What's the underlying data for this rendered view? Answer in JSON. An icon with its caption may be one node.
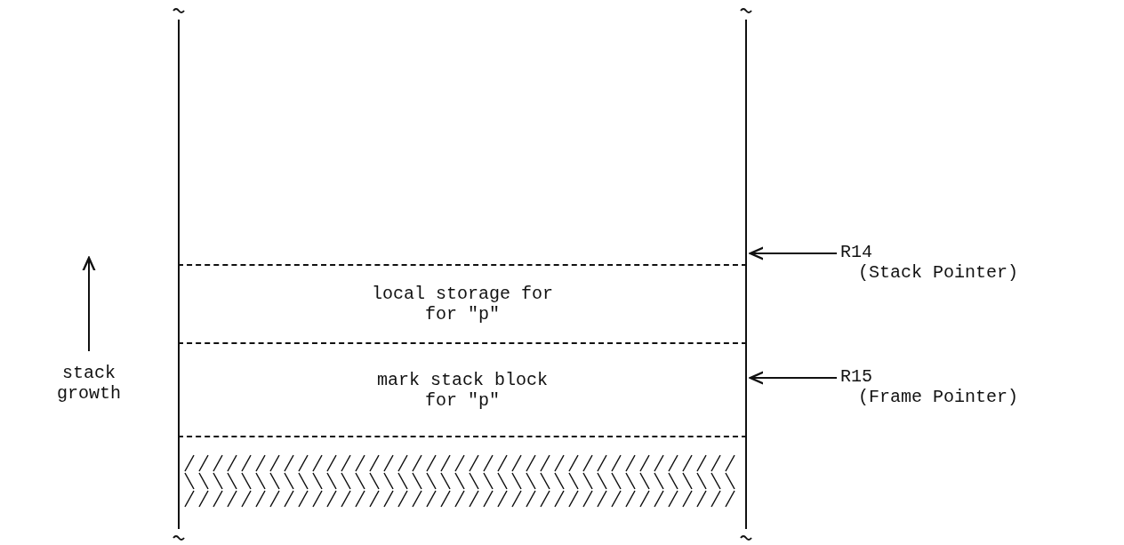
{
  "diagram": {
    "nodes": [
      {
        "text": [],
        "shape": "box"
      },
      {
        "text": [
          "local storage for for \"p\""
        ]
      },
      {
        "text": [
          "mark stack block for \"p\""
        ]
      },
      {
        "text": [],
        "shape": "box"
      },
      {
        "text": [
          "R14",
          "(Stack Pointer)"
        ]
      },
      {
        "text": [
          "R15",
          "(Frame Pointer)"
        ]
      }
    ],
    "edges": [
      {
        "from": 4,
        "to": 0,
        "arrow": "to"
      },
      {
        "from": 5,
        "to": 2,
        "arrow": "to"
      }
    ],
    "labels": [
      "stack growth"
    ]
  }
}
